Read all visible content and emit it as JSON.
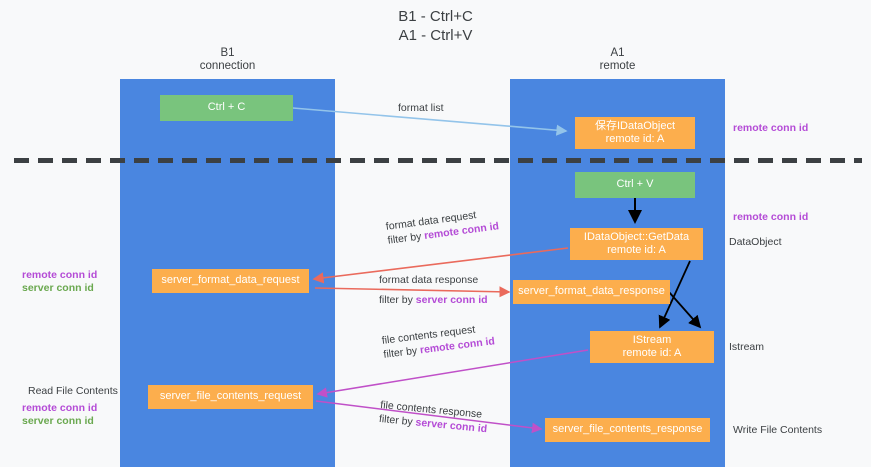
{
  "title": {
    "line1": "B1 - Ctrl+C",
    "line2": "A1 - Ctrl+V"
  },
  "lanes": [
    {
      "id": "b1",
      "name": "B1",
      "role": "connection"
    },
    {
      "id": "a1",
      "name": "A1",
      "role": "remote"
    }
  ],
  "colors": {
    "lane": "#4a86e0",
    "node_green": "#79c47d",
    "node_orange": "#fcae4d",
    "accent_purple": "#b44bd6",
    "accent_green": "#6aa84f",
    "arrow_blue": "#93c4ea",
    "arrow_red": "#ea6a5c",
    "arrow_magenta": "#c050c8",
    "arrow_black": "#000000",
    "background": "#f8f9fa",
    "text": "#3c4043"
  },
  "nodes": {
    "ctrl_c": {
      "label": "Ctrl + C",
      "color": "green"
    },
    "save_dataobject": {
      "line1": "保存IDataObject",
      "line2": "remote id: A",
      "color": "orange"
    },
    "ctrl_v": {
      "label": "Ctrl + V",
      "color": "green"
    },
    "getdata": {
      "line1": "IDataObject::GetData",
      "line2": "remote id: A",
      "color": "orange"
    },
    "server_format_data_request": {
      "label": "server_format_data_request",
      "color": "orange"
    },
    "server_format_data_response": {
      "label": "server_format_data_response",
      "color": "orange"
    },
    "istream": {
      "line1": "IStream",
      "line2": "remote id: A",
      "color": "orange"
    },
    "server_file_contents_request": {
      "label": "server_file_contents_request",
      "color": "orange"
    },
    "server_file_contents_response": {
      "label": "server_file_contents_response",
      "color": "orange"
    }
  },
  "captions": {
    "format_list": "format list",
    "format_data_request": "format data request",
    "format_data_request_filter_prefix": "filter by ",
    "format_data_request_filter_key": "remote conn id",
    "format_data_response": "format data response",
    "format_data_response_filter_prefix": "filter by ",
    "format_data_response_filter_key": "server conn id",
    "file_contents_request": "file contents request",
    "file_contents_request_filter_prefix": "filter by ",
    "file_contents_request_filter_key": "remote conn id",
    "file_contents_response": "file contents response",
    "file_contents_response_filter_prefix": "filter by ",
    "file_contents_response_filter_key": "server conn id"
  },
  "annotations": {
    "remote_conn_id_top": "remote conn id",
    "remote_conn_id_mid": "remote conn id",
    "dataobject": "DataObject",
    "istream": "Istream",
    "write_file_contents": "Write File Contents",
    "read_file_contents": "Read File Contents",
    "left_remote_conn_id_1": "remote conn id",
    "left_server_conn_id_1": "server conn id",
    "left_remote_conn_id_2": "remote conn id",
    "left_server_conn_id_2": "server conn id"
  }
}
